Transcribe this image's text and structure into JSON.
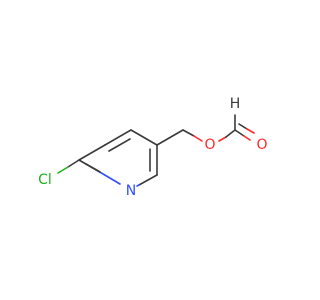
{
  "molecule": {
    "atoms": {
      "chlorine": "Cl",
      "nitrogen": "N",
      "ester_oxygen": "O",
      "carbonyl_oxygen": "O",
      "formyl_hydrogen": "H"
    },
    "colors": {
      "bond": "#3a3a3a",
      "chlorine": "#1fb01f",
      "nitrogen": "#3050f8",
      "oxygen": "#ff2a2a",
      "hydrogen": "#3a3a3a"
    }
  }
}
